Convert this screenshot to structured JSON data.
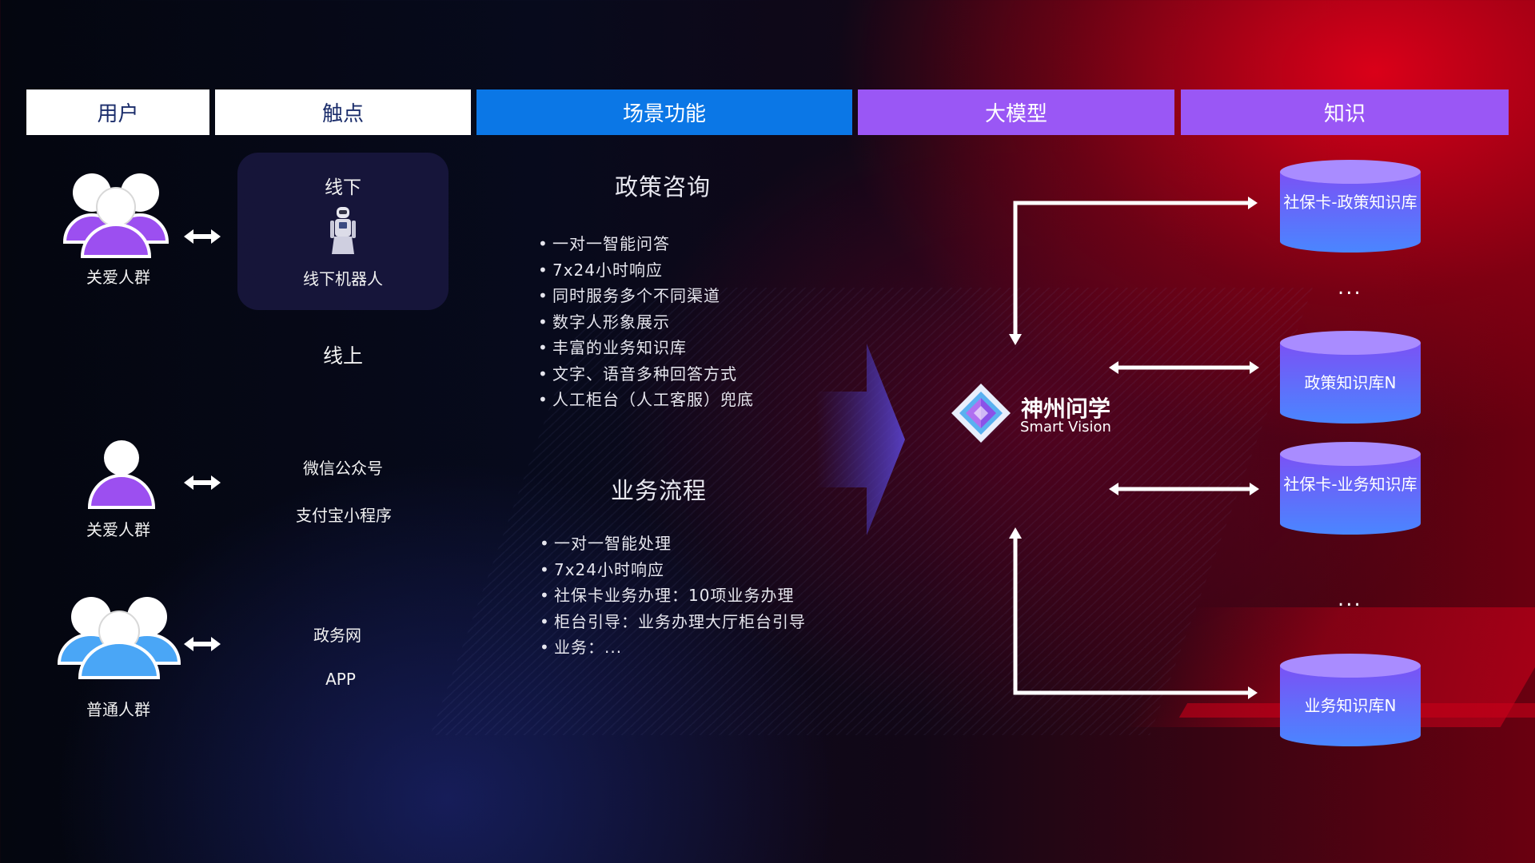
{
  "headers": {
    "user": "用户",
    "touch": "触点",
    "scene": "场景功能",
    "model": "大模型",
    "knowledge": "知识"
  },
  "users": {
    "group1": "关爱人群",
    "group2": "关爱人群",
    "group3": "普通人群"
  },
  "touchpoints": {
    "offline_title": "线下",
    "offline_robot": "线下机器人",
    "online_title": "线上",
    "wechat": "微信公众号",
    "alipay": "支付宝小程序",
    "gov_web": "政务网",
    "app": "APP"
  },
  "scenes": {
    "policy_title": "政策咨询",
    "policy_items": [
      "一对一智能问答",
      "7x24小时响应",
      "同时服务多个不同渠道",
      "数字人形象展示",
      "丰富的业务知识库",
      "文字、语音多种回答方式",
      "人工柜台（人工客服）兜底"
    ],
    "process_title": "业务流程",
    "process_items": [
      "一对一智能处理",
      "7x24小时响应",
      "社保卡业务办理：10项业务办理",
      "柜台引导：业务办理大厅柜台引导",
      "业务：..."
    ]
  },
  "model": {
    "name": "神州问学",
    "subtitle": "Smart Vision"
  },
  "knowledge": {
    "kb1": "社保卡-政策知识库",
    "dots1": "...",
    "kb2": "政策知识库N",
    "kb3": "社保卡-业务知识库",
    "dots2": "...",
    "kb4": "业务知识库N"
  },
  "colors": {
    "header_blue": "#0b77e6",
    "header_purple": "#9a57f5",
    "header_white": "#ffffff",
    "cylinder_top": "#a98cff"
  },
  "icons": [
    "user-group-icon",
    "user-single-icon",
    "user-group-blue-icon",
    "robot-icon",
    "double-arrow-icon",
    "big-arrow-icon",
    "smart-vision-logo-icon"
  ]
}
